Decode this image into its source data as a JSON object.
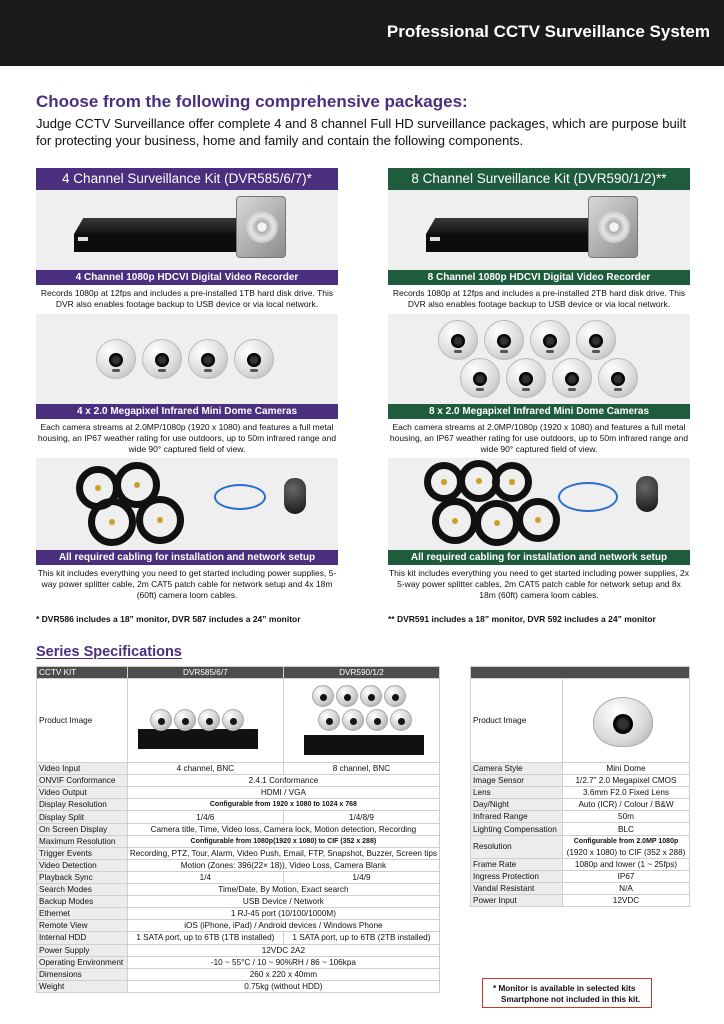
{
  "header": {
    "title": "Professional CCTV Surveillance System"
  },
  "intro": {
    "headline": "Choose from the following comprehensive packages:",
    "body": "Judge CCTV Surveillance offer complete 4 and 8 channel Full HD surveillance packages, which are purpose built for protecting your business, home and family and contain the following components."
  },
  "kits": [
    {
      "title": "4 Channel Surveillance Kit (DVR585/6/7)*",
      "dvr_bar": "4 Channel 1080p HDCVI Digital Video Recorder",
      "dvr_desc": "Records 1080p at 12fps and includes a pre-installed 1TB hard disk drive. This DVR also enables footage backup to USB device or via local network.",
      "cam_bar": "4 x 2.0 Megapixel Infrared Mini Dome Cameras",
      "cam_desc": "Each camera streams at 2.0MP/1080p (1920 x 1080) and features a full metal housing, an IP67 weather rating for use outdoors, up to 50m infrared range and wide 90° captured field of view.",
      "cable_bar": "All required cabling for installation and network setup",
      "cable_desc": "This kit includes everything you need to get started including power supplies, 5-way power splitter cable, 2m CAT5 patch cable for network setup and 4x 18m (60ft) camera loom cables.",
      "footnote": "* DVR586 includes a 18” monitor, DVR 587 includes a 24” monitor"
    },
    {
      "title": "8 Channel Surveillance Kit (DVR590/1/2)**",
      "dvr_bar": "8 Channel 1080p HDCVI Digital Video Recorder",
      "dvr_desc": "Records 1080p at 12fps and includes a pre-installed 2TB hard disk drive. This DVR also enables footage backup to USB device or via local network.",
      "cam_bar": "8 x 2.0 Megapixel Infrared Mini Dome Cameras",
      "cam_desc": "Each camera streams at 2.0MP/1080p (1920 x 1080) and features a full metal housing, an IP67 weather rating for use outdoors, up to 50m infrared range and wide 90° captured field of view.",
      "cable_bar": "All required cabling for installation and network setup",
      "cable_desc": "This kit includes everything you need to get started including power supplies, 2x 5-way power splitter cables, 2m CAT5 patch cable for network setup and 8x 18m (60ft) camera loom cables.",
      "footnote": "** DVR591 includes a 18” monitor, DVR 592 includes a 24” monitor"
    }
  ],
  "specs": {
    "title": "Series Specifications",
    "header": [
      "CCTV KIT",
      "DVR585/6/7",
      "DVR590/1/2"
    ],
    "image_label": "Product Image",
    "rows": [
      {
        "label": "Video Input",
        "a": "4 channel, BNC",
        "b": "8 channel, BNC"
      },
      {
        "label": "ONVIF Conformance",
        "span": "2.4.1 Conformance"
      },
      {
        "label": "Video Output",
        "span": "HDMI / VGA"
      },
      {
        "label": "Display Resolution",
        "span": "Configurable from 1920 x 1080 to 1024 x 768",
        "small": true
      },
      {
        "label": "Display Split",
        "a": "1/4/6",
        "b": "1/4/8/9"
      },
      {
        "label": "On Screen Display",
        "span": "Camera title, Time, Video loss, Camera lock, Motion detection, Recording"
      },
      {
        "label": "Maximum Resolution",
        "span": "Configurable from 1080p(1920 x 1080) to CIF (352 x 288)",
        "small": true
      },
      {
        "label": "Trigger Events",
        "span": "Recording, PTZ, Tour, Alarm, Video Push, Email, FTP, Snapshot, Buzzer, Screen tips"
      },
      {
        "label": "Video Detection",
        "span": "Motion (Zones: 396(22× 18)), Video Loss, Camera Blank"
      },
      {
        "label": "Playback Sync",
        "a": "1/4",
        "b": "1/4/9"
      },
      {
        "label": "Search Modes",
        "span": "Time/Date, By Motion, Exact search"
      },
      {
        "label": "Backup Modes",
        "span": "USB Device / Network"
      },
      {
        "label": "Ethernet",
        "span": "1 RJ-45 port (10/100/1000M)"
      },
      {
        "label": "Remote View",
        "span": "iOS (iPhone, iPad) / Android devices / Windows Phone"
      },
      {
        "label": "Internal HDD",
        "a": "1 SATA port, up to 6TB  (1TB installed)",
        "b": "1 SATA port, up to 6TB  (2TB installed)"
      },
      {
        "label": "Power Supply",
        "span": "12VDC 2A2"
      },
      {
        "label": "Operating Environment",
        "span": "-10 ~ 55°C / 10 ~ 90%RH / 86 ~ 106kpa"
      },
      {
        "label": "Dimensions",
        "span": "260 x 220 x 40mm"
      },
      {
        "label": "Weight",
        "span": "0.75kg (without HDD)"
      }
    ]
  },
  "camera_specs": {
    "image_label": "Product Image",
    "rows": [
      {
        "label": "Camera Style",
        "value": "Mini Dome"
      },
      {
        "label": "Image Sensor",
        "value": "1/2.7” 2.0 Megapixel CMOS"
      },
      {
        "label": "Lens",
        "value": "3.6mm F2.0 Fixed Lens"
      },
      {
        "label": "Day/Night",
        "value": "Auto (ICR) / Colour / B&W"
      },
      {
        "label": "Infrared Range",
        "value": "50m"
      },
      {
        "label": "Lighting Compensation",
        "value": "BLC"
      },
      {
        "label": "Resolution",
        "value_line1": "Configurable from 2.0MP 1080p",
        "value_line2": "(1920 x 1080) to CIF (352 x 288)"
      },
      {
        "label": "Frame Rate",
        "value": "1080p and lower (1 ~ 25fps)"
      },
      {
        "label": "Ingress Protection",
        "value": "IP67"
      },
      {
        "label": "Vandal Resistant",
        "value": "N/A"
      },
      {
        "label": "Power Input",
        "value": "12VDC"
      }
    ]
  },
  "monitor_note": {
    "line1": "* Monitor is available in selected kits",
    "line2": "Smartphone not included in this kit."
  },
  "colors": {
    "purple": "#4a2f7f",
    "green": "#1f5c3e",
    "header": "#1b1b1b"
  }
}
